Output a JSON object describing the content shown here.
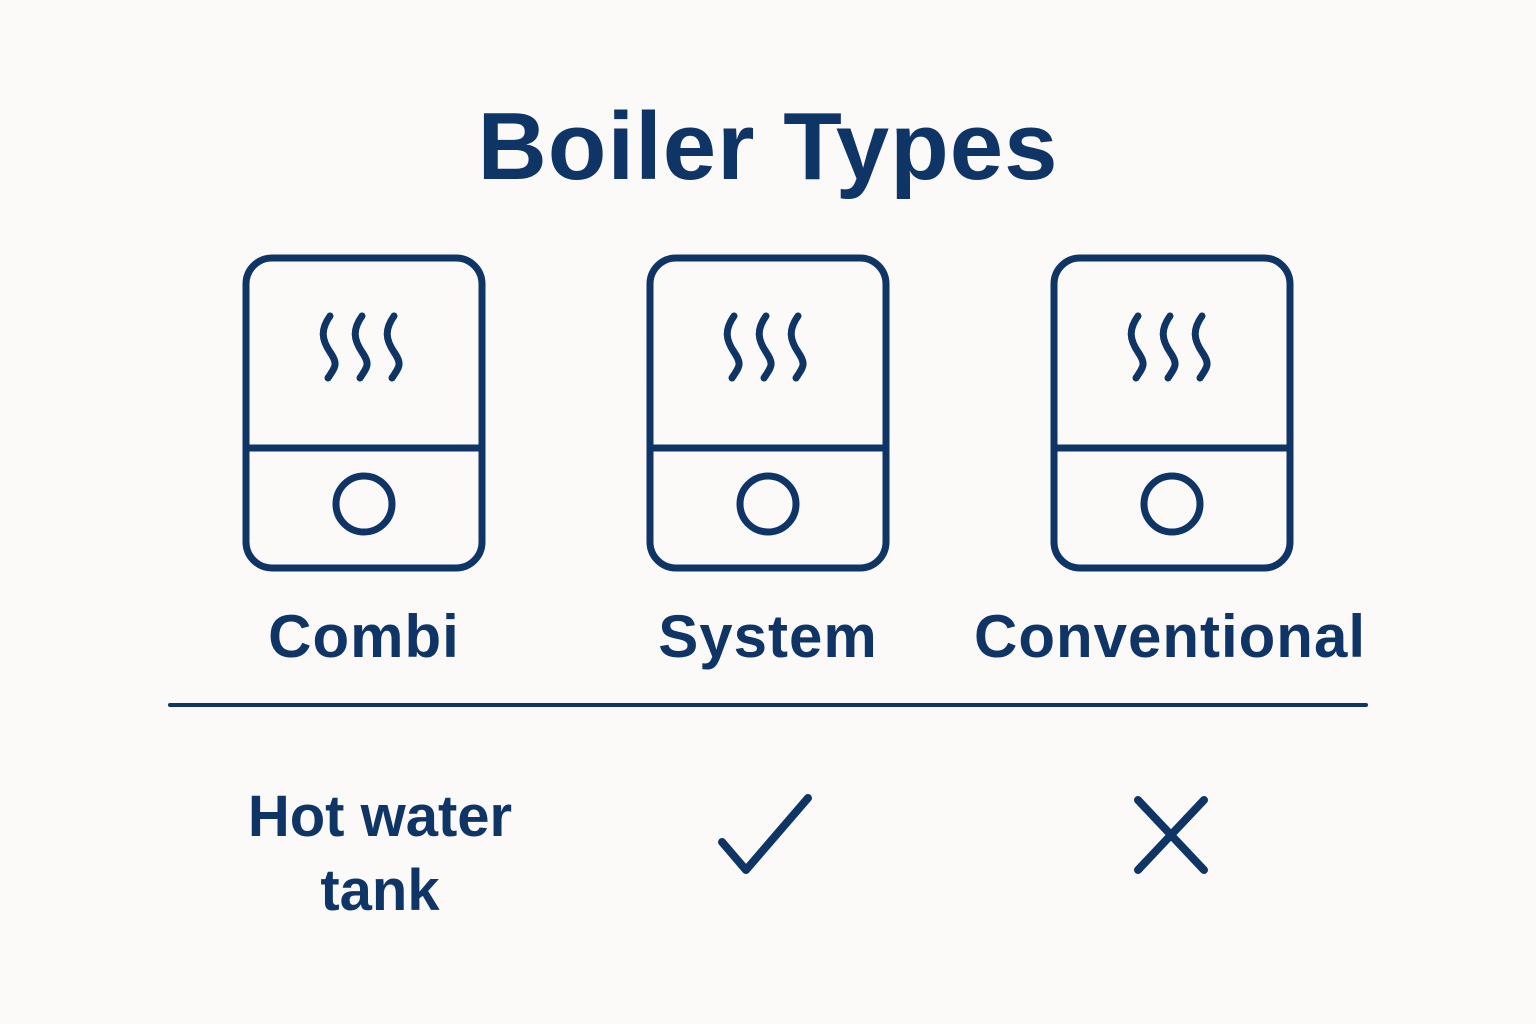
{
  "title": "Boiler Types",
  "colors": {
    "primary": "#0f3566",
    "background": "#fbfaf8"
  },
  "boilers": [
    {
      "label": "Combi",
      "icon": "boiler-icon"
    },
    {
      "label": "System",
      "icon": "boiler-icon"
    },
    {
      "label": "Conventional",
      "icon": "boiler-icon"
    }
  ],
  "comparison": {
    "feature": "Hot water tank",
    "values": [
      {
        "boiler": "System",
        "has_feature": true,
        "icon": "check-icon"
      },
      {
        "boiler": "Conventional",
        "has_feature": false,
        "icon": "cross-icon"
      }
    ]
  }
}
